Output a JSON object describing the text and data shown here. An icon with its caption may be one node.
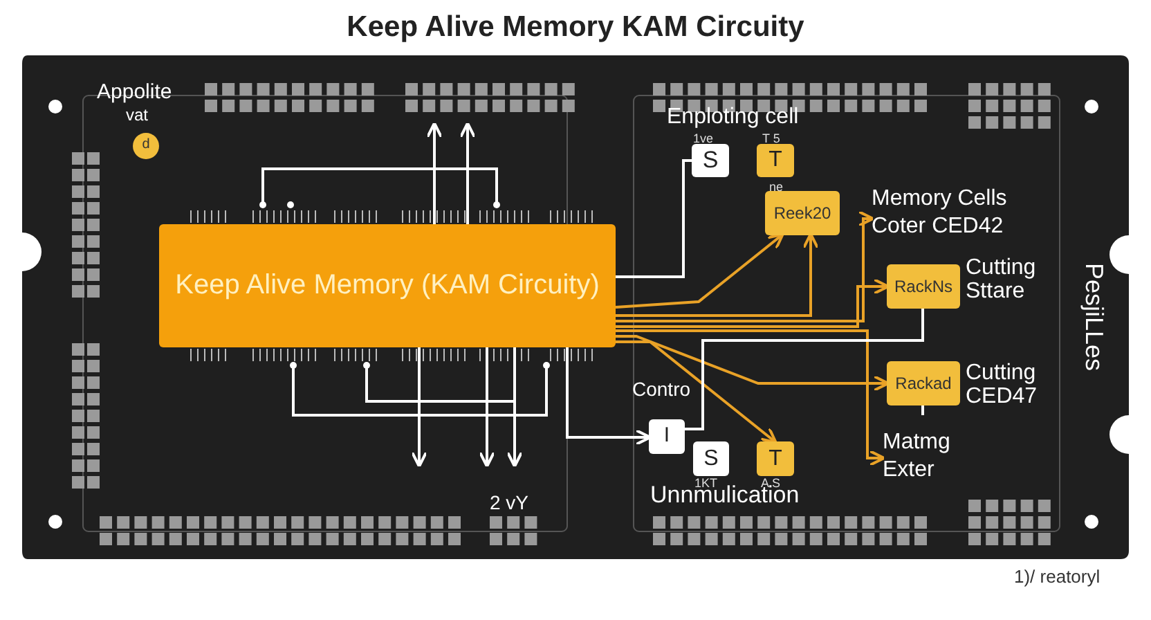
{
  "diagram": {
    "title": "Keep Alive Memory KAM Circuity",
    "nodes": [
      {
        "text": [
          "Keep Alive Memory (KAM Circuity)"
        ]
      },
      {
        "text": [
          "S"
        ],
        "beside": [
          "1ve"
        ]
      },
      {
        "text": [
          "T"
        ],
        "beside": [
          "T 5",
          "ne"
        ]
      },
      {
        "text": [
          "Reek20"
        ]
      },
      {
        "text": [
          "RackNs"
        ]
      },
      {
        "text": [
          "Rackad"
        ]
      },
      {
        "text": [
          "I"
        ]
      },
      {
        "text": [
          "S"
        ],
        "beside": [
          "1KT"
        ]
      },
      {
        "text": [
          "T"
        ],
        "beside": [
          "A S"
        ]
      },
      {
        "text": [
          "Memory Cells Coter CED42"
        ]
      },
      {
        "text": [
          "Matmg Exter"
        ]
      },
      {
        "text": [
          "d"
        ]
      }
    ],
    "edges": [
      {
        "from": 0,
        "to": null,
        "arrow": "to"
      },
      {
        "from": 0,
        "to": null,
        "arrow": "to"
      },
      {
        "from": 0,
        "to": null,
        "arrow": "to"
      },
      {
        "from": 0,
        "to": null,
        "arrow": "to"
      },
      {
        "from": 0,
        "to": null,
        "arrow": "to"
      },
      {
        "from": 0,
        "to": 1,
        "arrow": "none"
      },
      {
        "from": 0,
        "to": 3,
        "arrow": "to",
        "color": "#e9a227"
      },
      {
        "from": 0,
        "to": 3,
        "arrow": "to",
        "color": "#e9a227"
      },
      {
        "from": 0,
        "to": 9,
        "arrow": "to",
        "color": "#e9a227"
      },
      {
        "from": 0,
        "to": 4,
        "arrow": "to",
        "color": "#e9a227"
      },
      {
        "from": 0,
        "to": 5,
        "arrow": "to",
        "color": "#e9a227"
      },
      {
        "from": 0,
        "to": 10,
        "arrow": "to",
        "color": "#e9a227"
      },
      {
        "from": 0,
        "to": 8,
        "arrow": "to",
        "color": "#e9a227"
      },
      {
        "from": 0,
        "to": 6,
        "arrow": "to"
      },
      {
        "from": 6,
        "to": 4,
        "arrow": "none"
      }
    ],
    "labels": [
      "Appolite",
      "vat",
      "Enploting cell",
      "Cutting Sttare",
      "Cutting CED47",
      "PesjiLLes",
      "Contro",
      "2 vY",
      "Unnmulication",
      "1)/ reatoryl"
    ]
  }
}
